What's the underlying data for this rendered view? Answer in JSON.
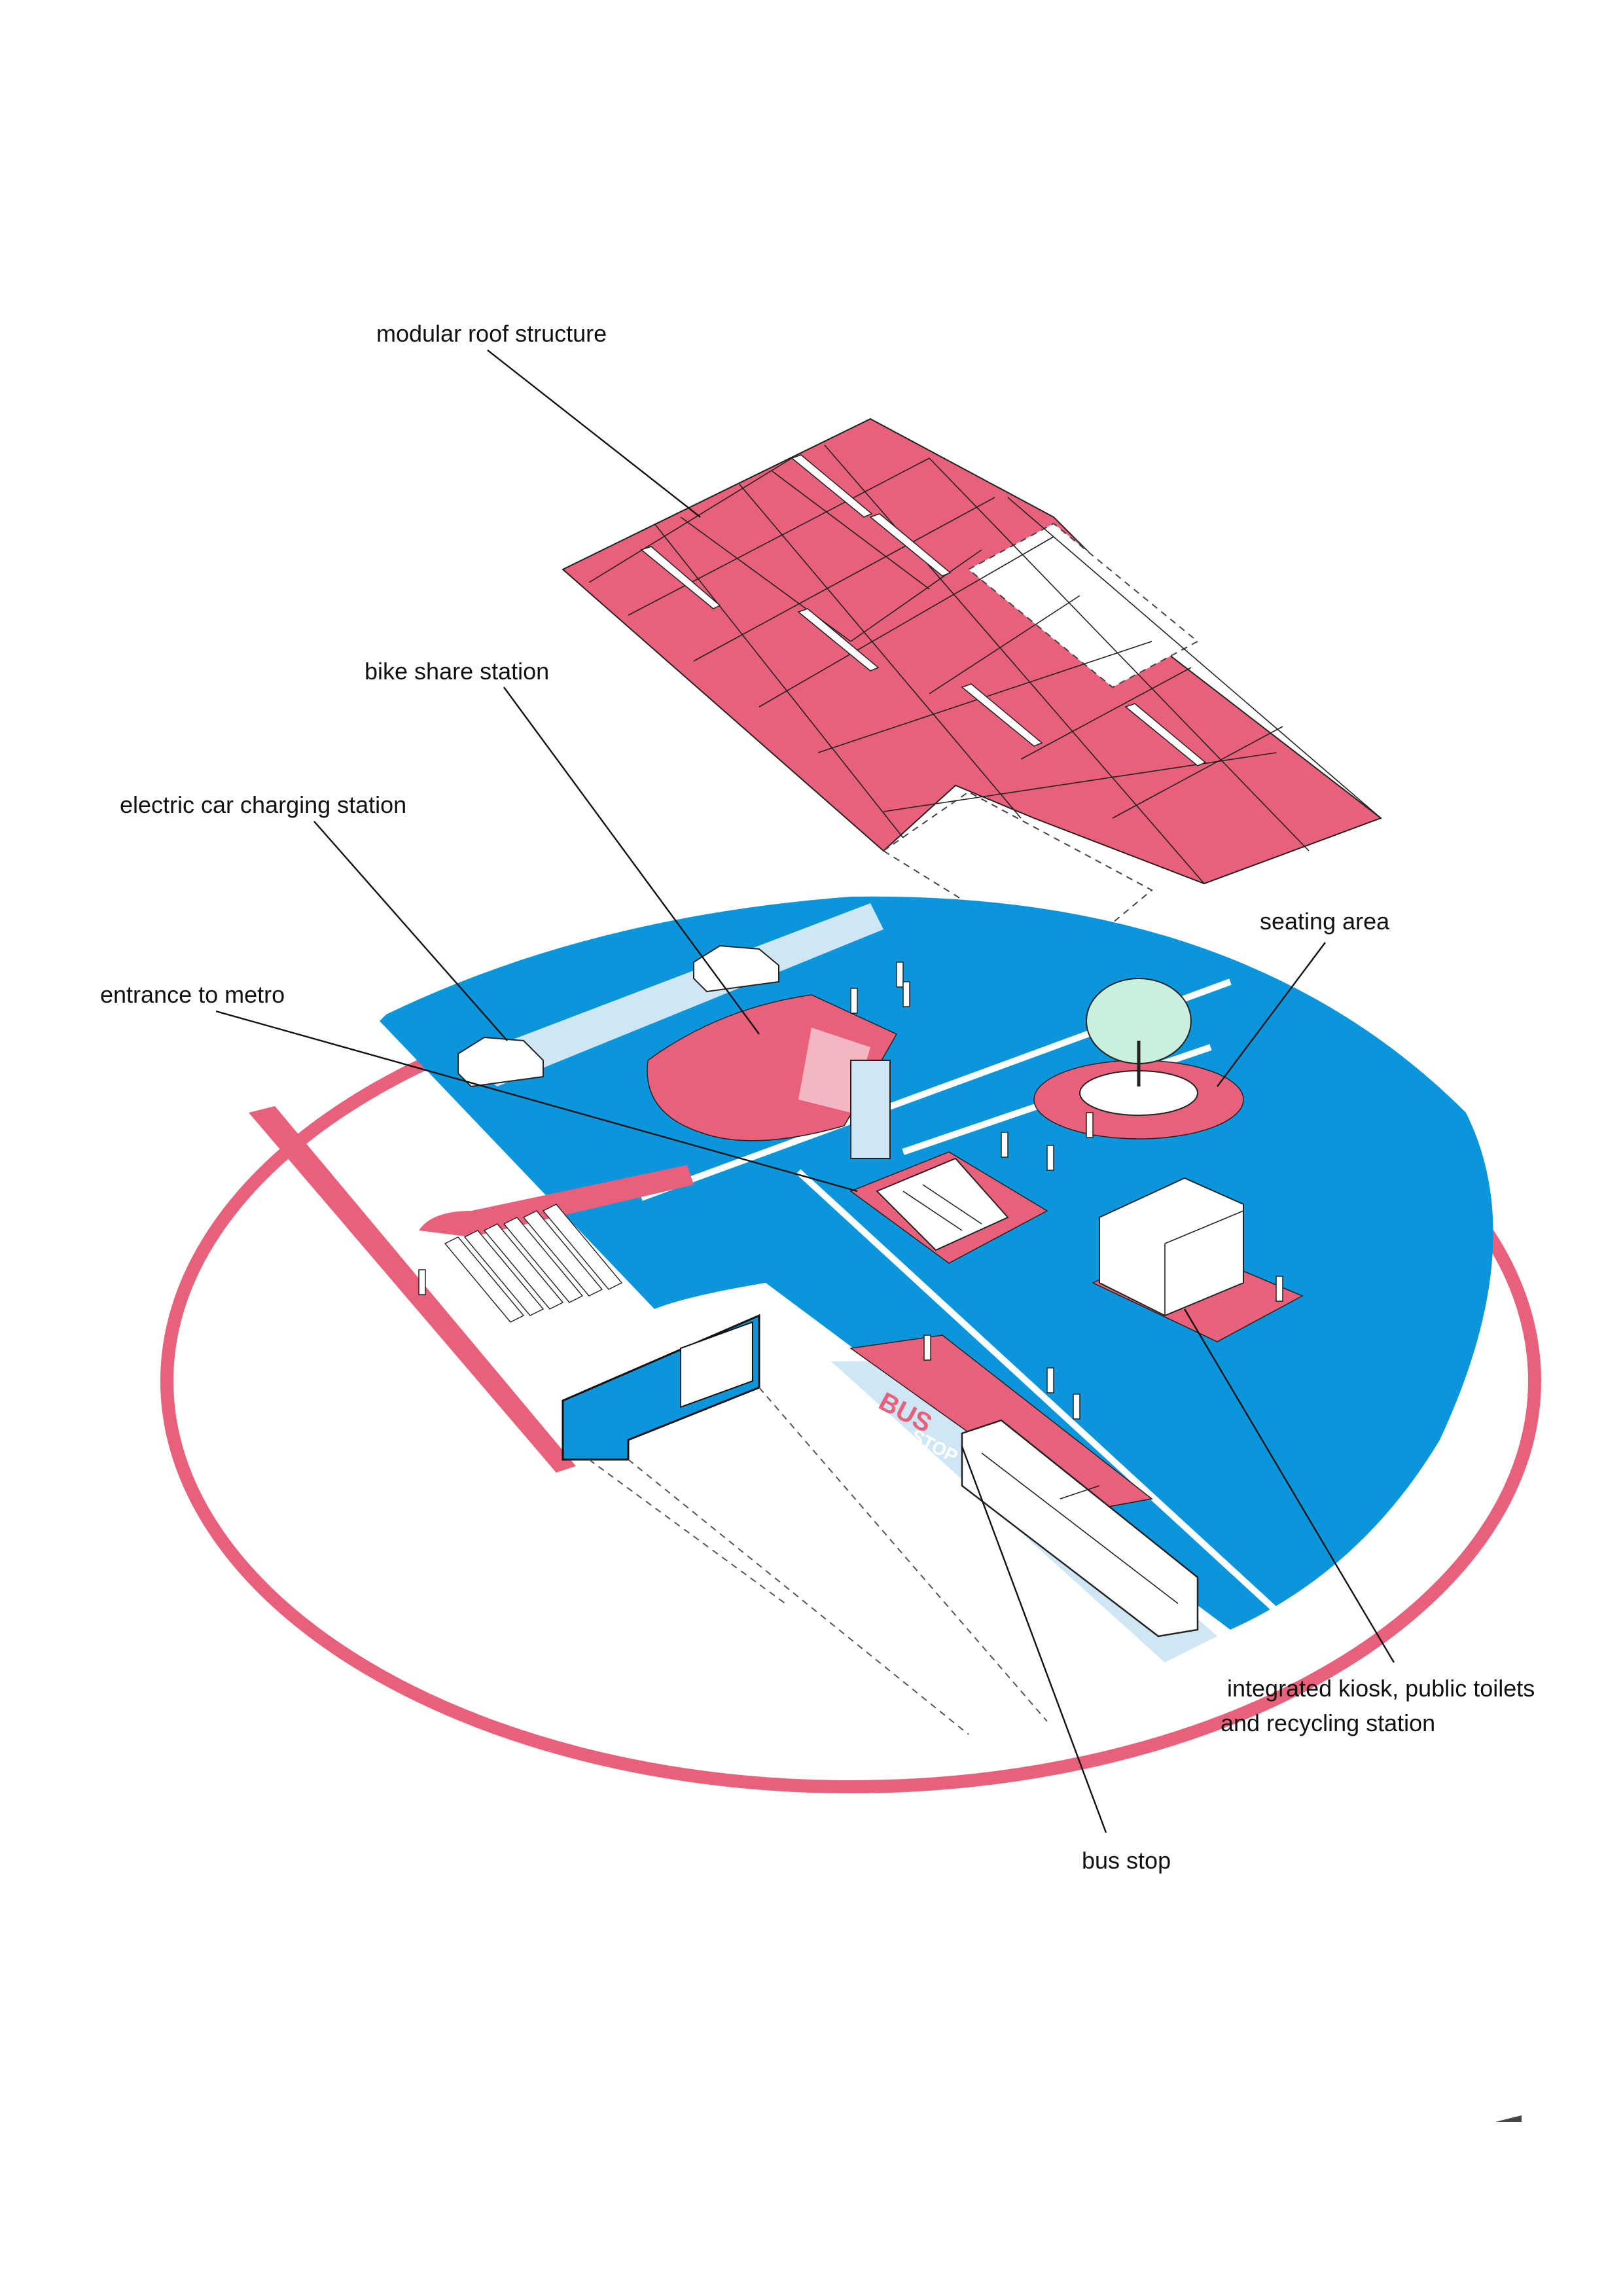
{
  "labels": {
    "roof": "modular roof structure",
    "bike": "bike share station",
    "charging": "electric car charging station",
    "metro": "entrance to metro",
    "seating": "seating area",
    "kiosk_line1": "integrated kiosk, public toilets",
    "kiosk_line2": "and recycling station",
    "bus_stop": "bus stop"
  },
  "street_marking": {
    "line1": "BUS",
    "line2": "STOP"
  },
  "colors": {
    "accent_pink": "#e8607a",
    "light_pink": "#f4b7c2",
    "plaza_blue": "#0b96dc",
    "white": "#ffffff",
    "ink": "#111111"
  }
}
